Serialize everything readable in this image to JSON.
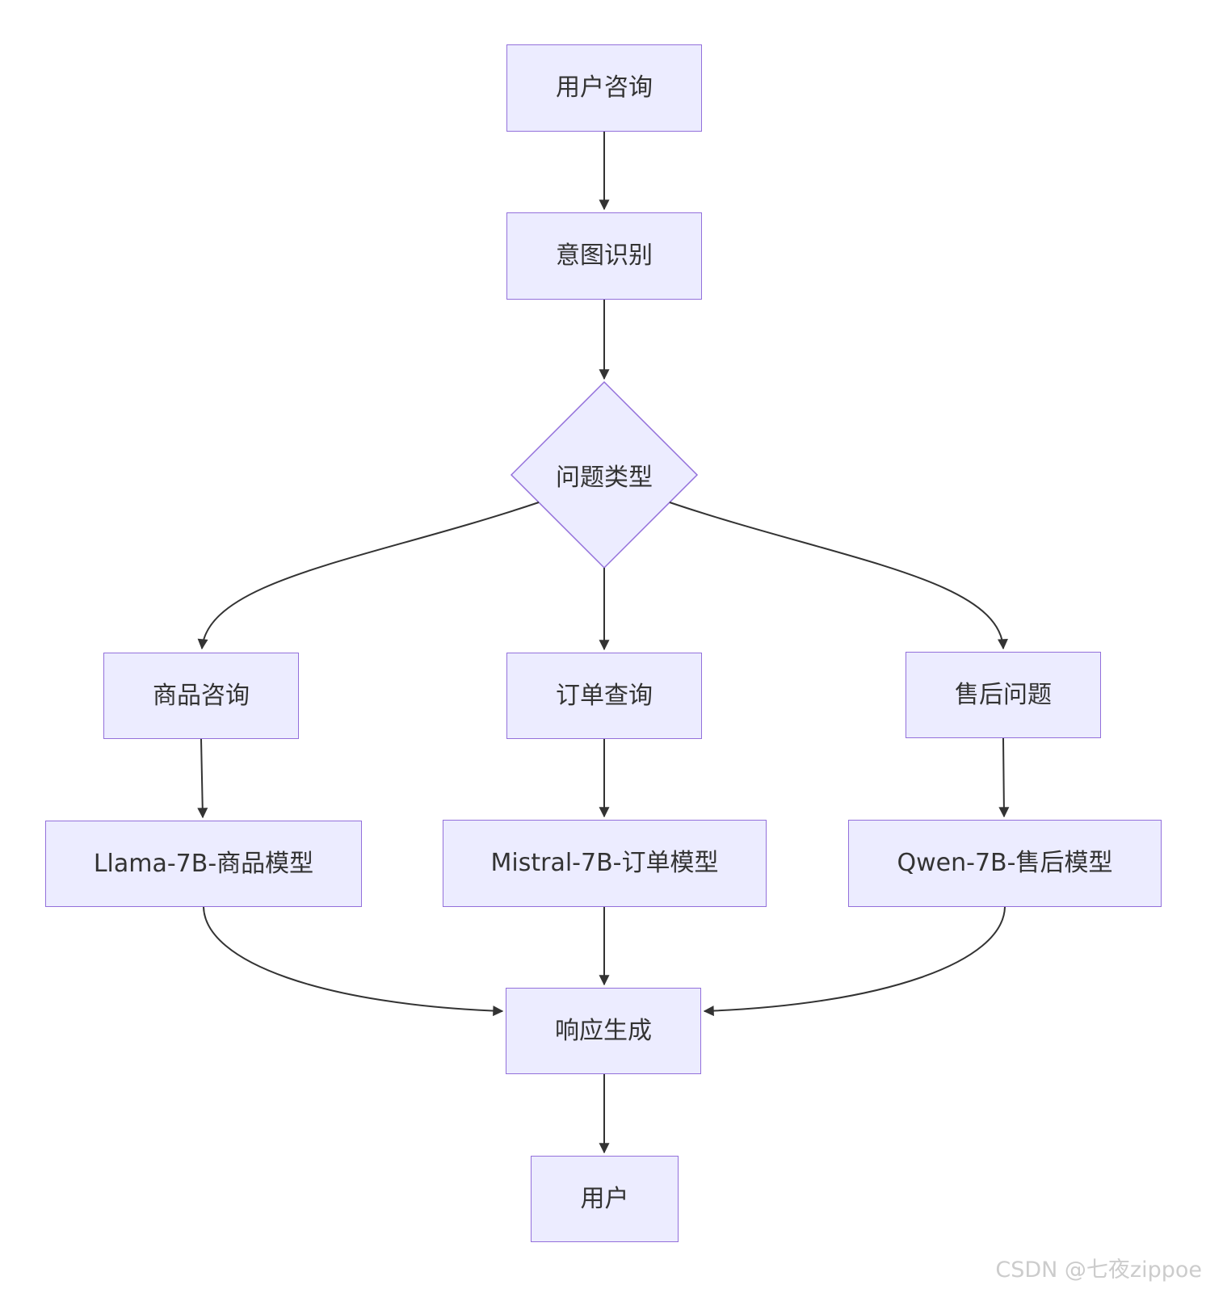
{
  "diagram": {
    "title": "customer-service model routing flowchart",
    "nodes": {
      "user_query": {
        "label": "用户咨询",
        "shape": "rect"
      },
      "intent": {
        "label": "意图识别",
        "shape": "rect"
      },
      "question_type": {
        "label": "问题类型",
        "shape": "diamond"
      },
      "product": {
        "label": "商品咨询",
        "shape": "rect"
      },
      "order": {
        "label": "订单查询",
        "shape": "rect"
      },
      "aftersales": {
        "label": "售后问题",
        "shape": "rect"
      },
      "llama": {
        "label": "Llama-7B-商品模型",
        "shape": "rect"
      },
      "mistral": {
        "label": "Mistral-7B-订单模型",
        "shape": "rect"
      },
      "qwen": {
        "label": "Qwen-7B-售后模型",
        "shape": "rect"
      },
      "response": {
        "label": "响应生成",
        "shape": "rect"
      },
      "user": {
        "label": "用户",
        "shape": "rect"
      }
    },
    "edges": [
      {
        "from": "user_query",
        "to": "intent"
      },
      {
        "from": "intent",
        "to": "question_type"
      },
      {
        "from": "question_type",
        "to": "product"
      },
      {
        "from": "question_type",
        "to": "order"
      },
      {
        "from": "question_type",
        "to": "aftersales"
      },
      {
        "from": "product",
        "to": "llama"
      },
      {
        "from": "order",
        "to": "mistral"
      },
      {
        "from": "aftersales",
        "to": "qwen"
      },
      {
        "from": "llama",
        "to": "response"
      },
      {
        "from": "mistral",
        "to": "response"
      },
      {
        "from": "qwen",
        "to": "response"
      },
      {
        "from": "response",
        "to": "user"
      }
    ]
  },
  "watermark": {
    "text": "CSDN @七夜zippoe"
  },
  "colors": {
    "node-fill": "#ECECFF",
    "node-border": "#9370DB",
    "edge-line": "#333333",
    "node-text": "#333333",
    "watermark-text": "#cccccc"
  }
}
